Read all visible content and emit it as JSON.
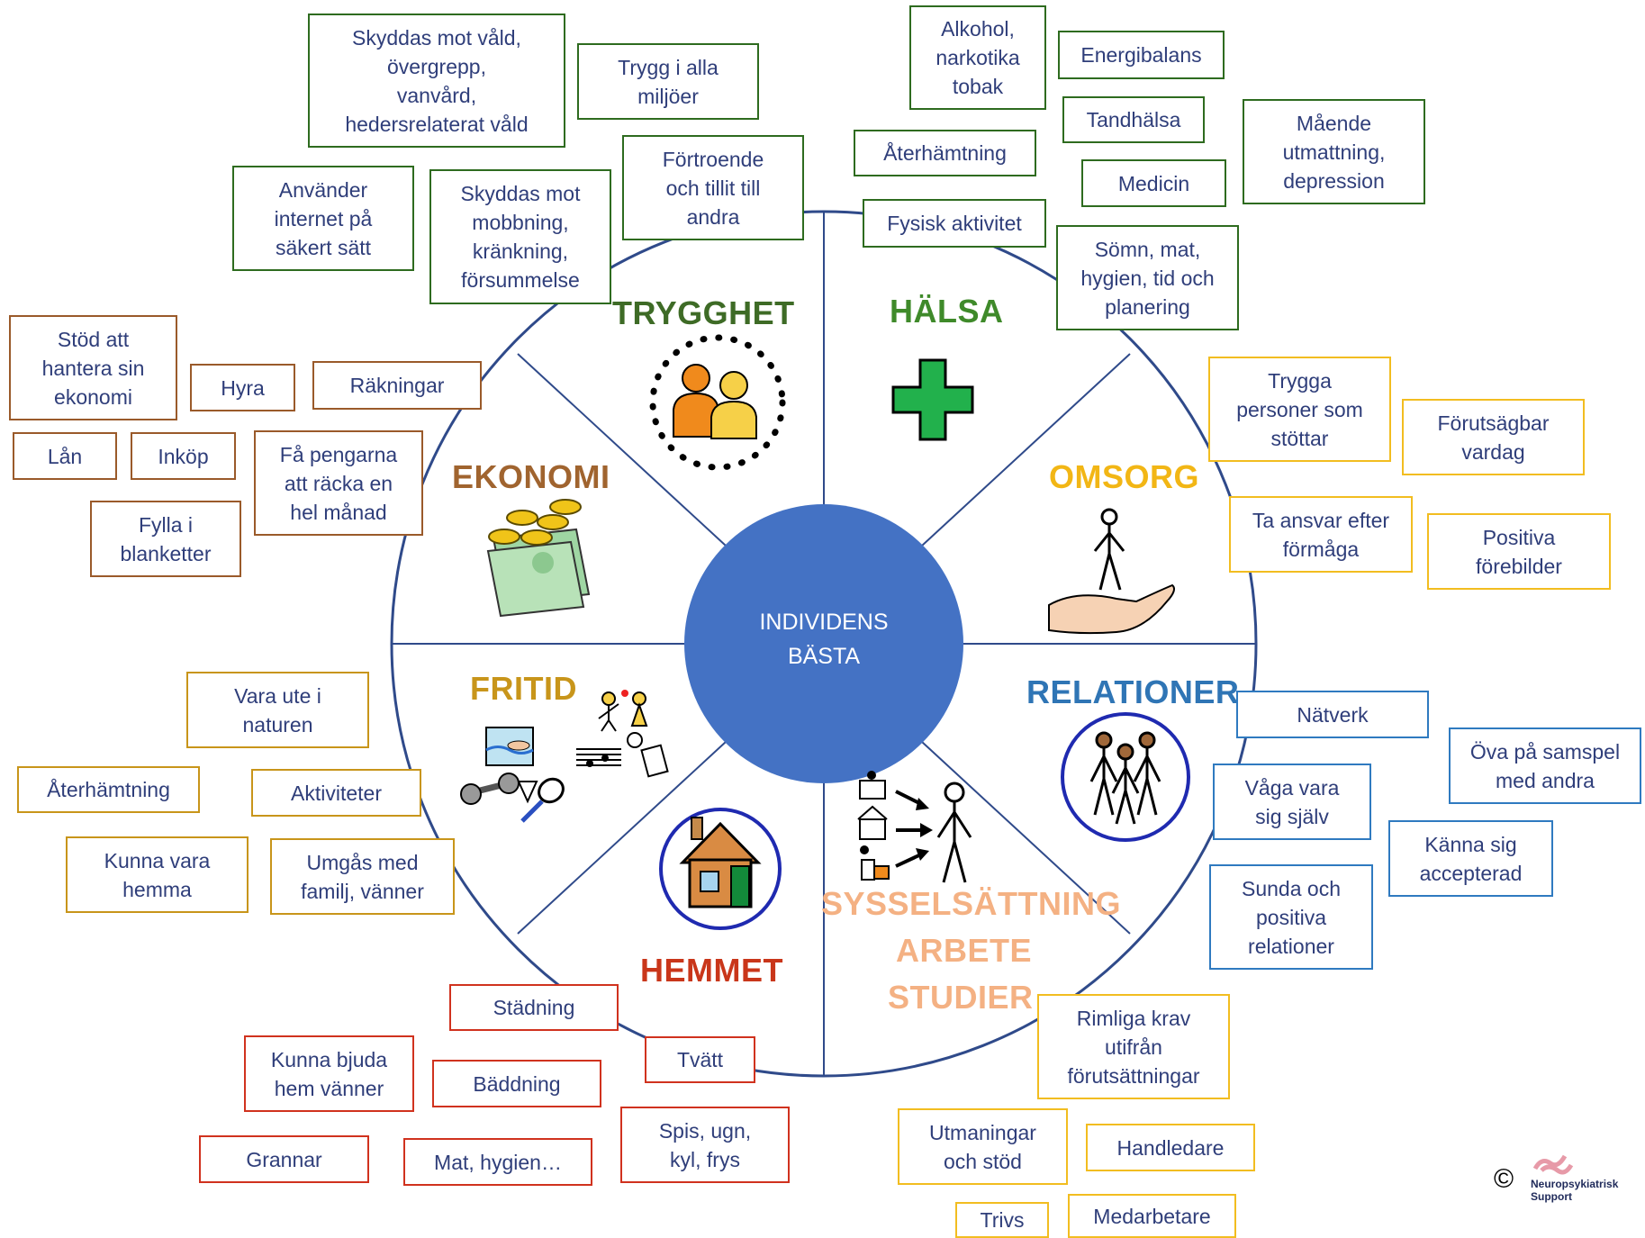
{
  "center": {
    "line1": "INDIVIDENS",
    "line2": "BÄSTA"
  },
  "categories": {
    "trygghet": {
      "label": "TRYGGHET",
      "color": "#3e6b26"
    },
    "halsa": {
      "label": "HÄLSA",
      "color": "#3f8a2a"
    },
    "omsorg": {
      "label": "OMSORG",
      "color": "#f2b615"
    },
    "relationer": {
      "label": "RELATIONER",
      "color": "#2f75b5"
    },
    "sysselsattning": {
      "line1": "SYSSELSÄTTNING",
      "line2": "ARBETE",
      "line3": "STUDIER",
      "color": "#f4b183"
    },
    "hemmet": {
      "label": "HEMMET",
      "color": "#c9361a"
    },
    "fritid": {
      "label": "FRITID",
      "color": "#c8951a"
    },
    "ekonomi": {
      "label": "EKONOMI",
      "color": "#a0642f"
    }
  },
  "trygghet_items": [
    "Skyddas mot våld,\növergrepp,\nvanvård,\nhedersrelaterat våld",
    "Trygg i alla\nmiljöer",
    "Använder\ninternet på\nsäkert sätt",
    "Skyddas mot\nmobbning,\nkränkning,\nförsummelse",
    "Förtroende\noch tillit till\nandra"
  ],
  "halsa_items": [
    "Alkohol,\nnarkotika\ntobak",
    "Energibalans",
    "Tandhälsa",
    "Återhämtning",
    "Mående\nutmattning,\ndepression",
    "Medicin",
    "Fysisk aktivitet",
    "Sömn, mat,\nhygien, tid och\nplanering"
  ],
  "ekonomi_items": [
    "Stöd att\nhantera sin\nekonomi",
    "Hyra",
    "Räkningar",
    "Lån",
    "Inköp",
    "Få pengarna\natt räcka en\nhel månad",
    "Fylla i\nblanketter"
  ],
  "omsorg_items": [
    "Trygga\npersoner som\nstöttar",
    "Förutsägbar\nvardag",
    "Ta ansvar efter\nförmåga",
    "Positiva\nförebilder"
  ],
  "relationer_items": [
    "Nätverk",
    "Öva på samspel\nmed andra",
    "Våga vara\nsig själv",
    "Känna sig\naccepterad",
    "Sunda och\npositiva\nrelationer"
  ],
  "fritid_items": [
    "Vara ute i\nnaturen",
    "Återhämtning",
    "Aktiviteter",
    "Kunna vara\nhemma",
    "Umgås med\nfamilj, vänner"
  ],
  "hemmet_items": [
    "Städning",
    "Kunna bjuda\nhem vänner",
    "Tvätt",
    "Bäddning",
    "Spis, ugn,\nkyl, frys",
    "Grannar",
    "Mat, hygien…"
  ],
  "syssel_items": [
    "Rimliga krav\nutifrån\nförutsättningar",
    "Utmaningar\noch stöd",
    "Handledare",
    "Trivs",
    "Medarbetare"
  ],
  "footer": {
    "copyright": "©",
    "logo": "Neuropsykiatrisk\nSupport"
  },
  "colors": {
    "wheel_line": "#2f4a8a",
    "center_fill": "#4472c4"
  }
}
